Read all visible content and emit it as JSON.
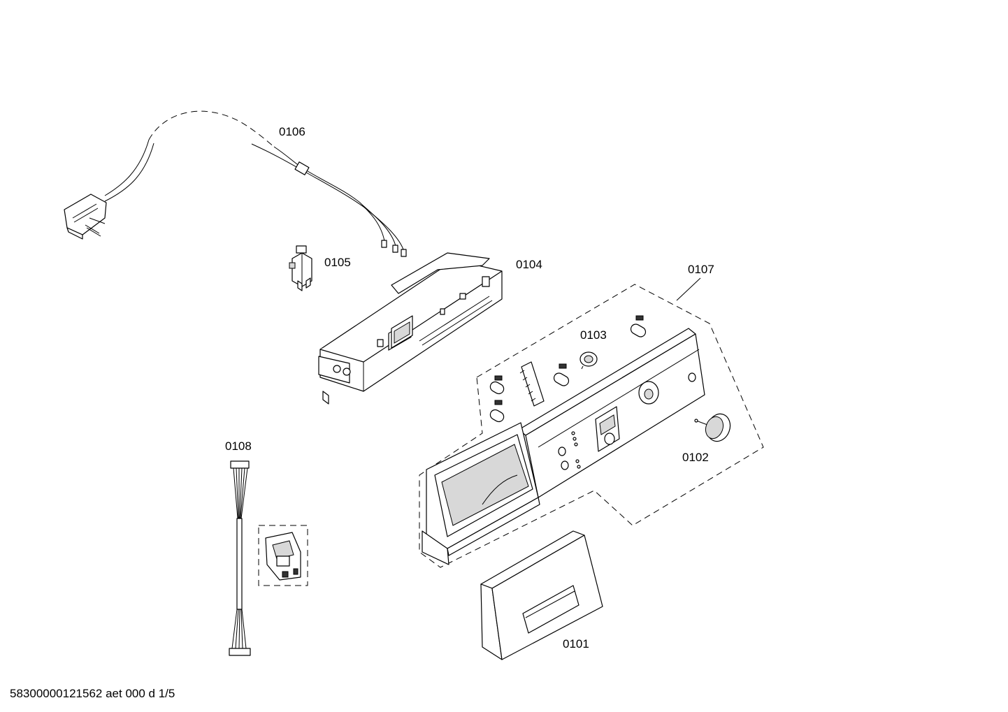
{
  "drawing": {
    "parts": [
      {
        "id": "0101"
      },
      {
        "id": "0102"
      },
      {
        "id": "0103"
      },
      {
        "id": "0104"
      },
      {
        "id": "0105"
      },
      {
        "id": "0106"
      },
      {
        "id": "0107"
      },
      {
        "id": "0108"
      }
    ],
    "footer": "58300000121562 aet 000 d 1/5"
  },
  "colors": {
    "line": "#000000",
    "background": "#ffffff",
    "shade": "#d8d8d8"
  }
}
